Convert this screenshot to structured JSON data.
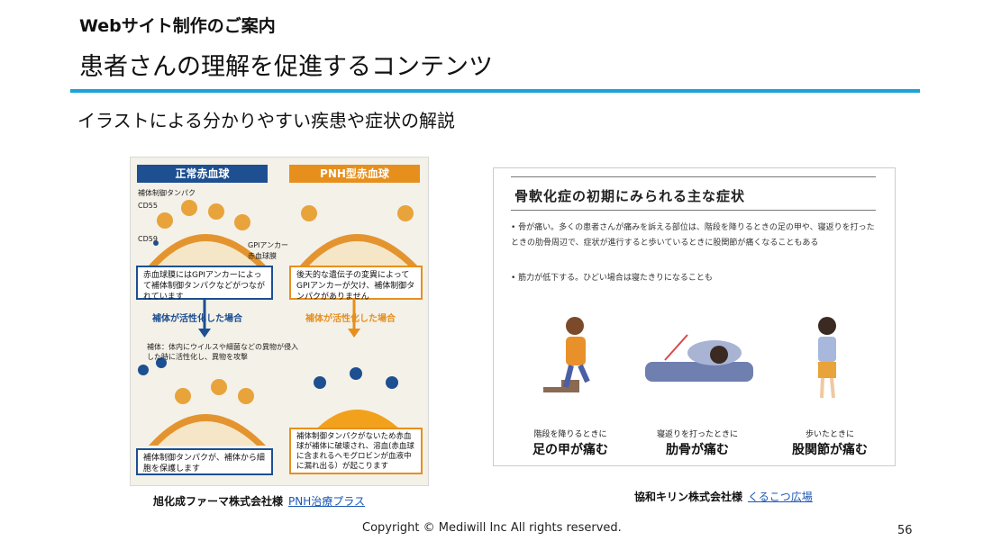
{
  "header": {
    "section_title": "Webサイト制作のご案内",
    "slide_title": "患者さんの理解を促進するコンテンツ",
    "subtitle": "イラストによる分かりやすい疾患や症状の解説"
  },
  "left_figure": {
    "col_normal": "正常赤血球",
    "col_pnh": "PNH型赤血球",
    "lbl_protein": "補体制御タンパク",
    "lbl_cd55": "CD55",
    "lbl_cd59": "CD59",
    "lbl_gpi": "GPIアンカー",
    "lbl_membrane": "赤血球膜",
    "box_normal": "赤血球膜にはGPIアンカーによって補体制御タンパクなどがつながれています",
    "box_pnh": "後天的な遺伝子の変異によってGPIアンカーが欠け、補体制御タンパクがありません",
    "activation_left": "補体が活性化した場合",
    "activation_right": "補体が活性化した場合",
    "complement_note": "補体：体内にウイルスや細菌などの異物が侵入した時に活性化し、異物を攻撃",
    "box_normal_result": "補体制御タンパクが、補体から細胞を保護します",
    "box_pnh_result": "補体制御タンパクがないため赤血球が補体に破壊され、溶血(赤血球に含まれるヘモグロビンが血液中に漏れ出る）が起こります",
    "colors": {
      "navy": "#1d4f91",
      "orange": "#e78f1d"
    }
  },
  "right_figure": {
    "title": "骨軟化症の初期にみられる主な症状",
    "bullet1": "• 骨が痛い。多くの患者さんが痛みを訴える部位は、階段を降りるときの足の甲や、寝返りを打ったときの肋骨周辺で、症状が進行すると歩いているときに股関節が痛くなることもある",
    "bullet2": "• 筋力が低下する。ひどい場合は寝たきりになることも",
    "items": [
      {
        "caption": "階段を降りるときに",
        "symptom": "足の甲が痛む"
      },
      {
        "caption": "寝返りを打ったときに",
        "symptom": "肋骨が痛む"
      },
      {
        "caption": "歩いたときに",
        "symptom": "股関節が痛む"
      }
    ]
  },
  "credits": {
    "left_company": "旭化成ファーマ株式会社様",
    "left_link": "PNH治療プラス",
    "right_company": "協和キリン株式会社様",
    "right_link": "くるこつ広場"
  },
  "footer": {
    "copyright": "Copyright © Mediwill Inc All rights reserved.",
    "page_number": "56"
  }
}
